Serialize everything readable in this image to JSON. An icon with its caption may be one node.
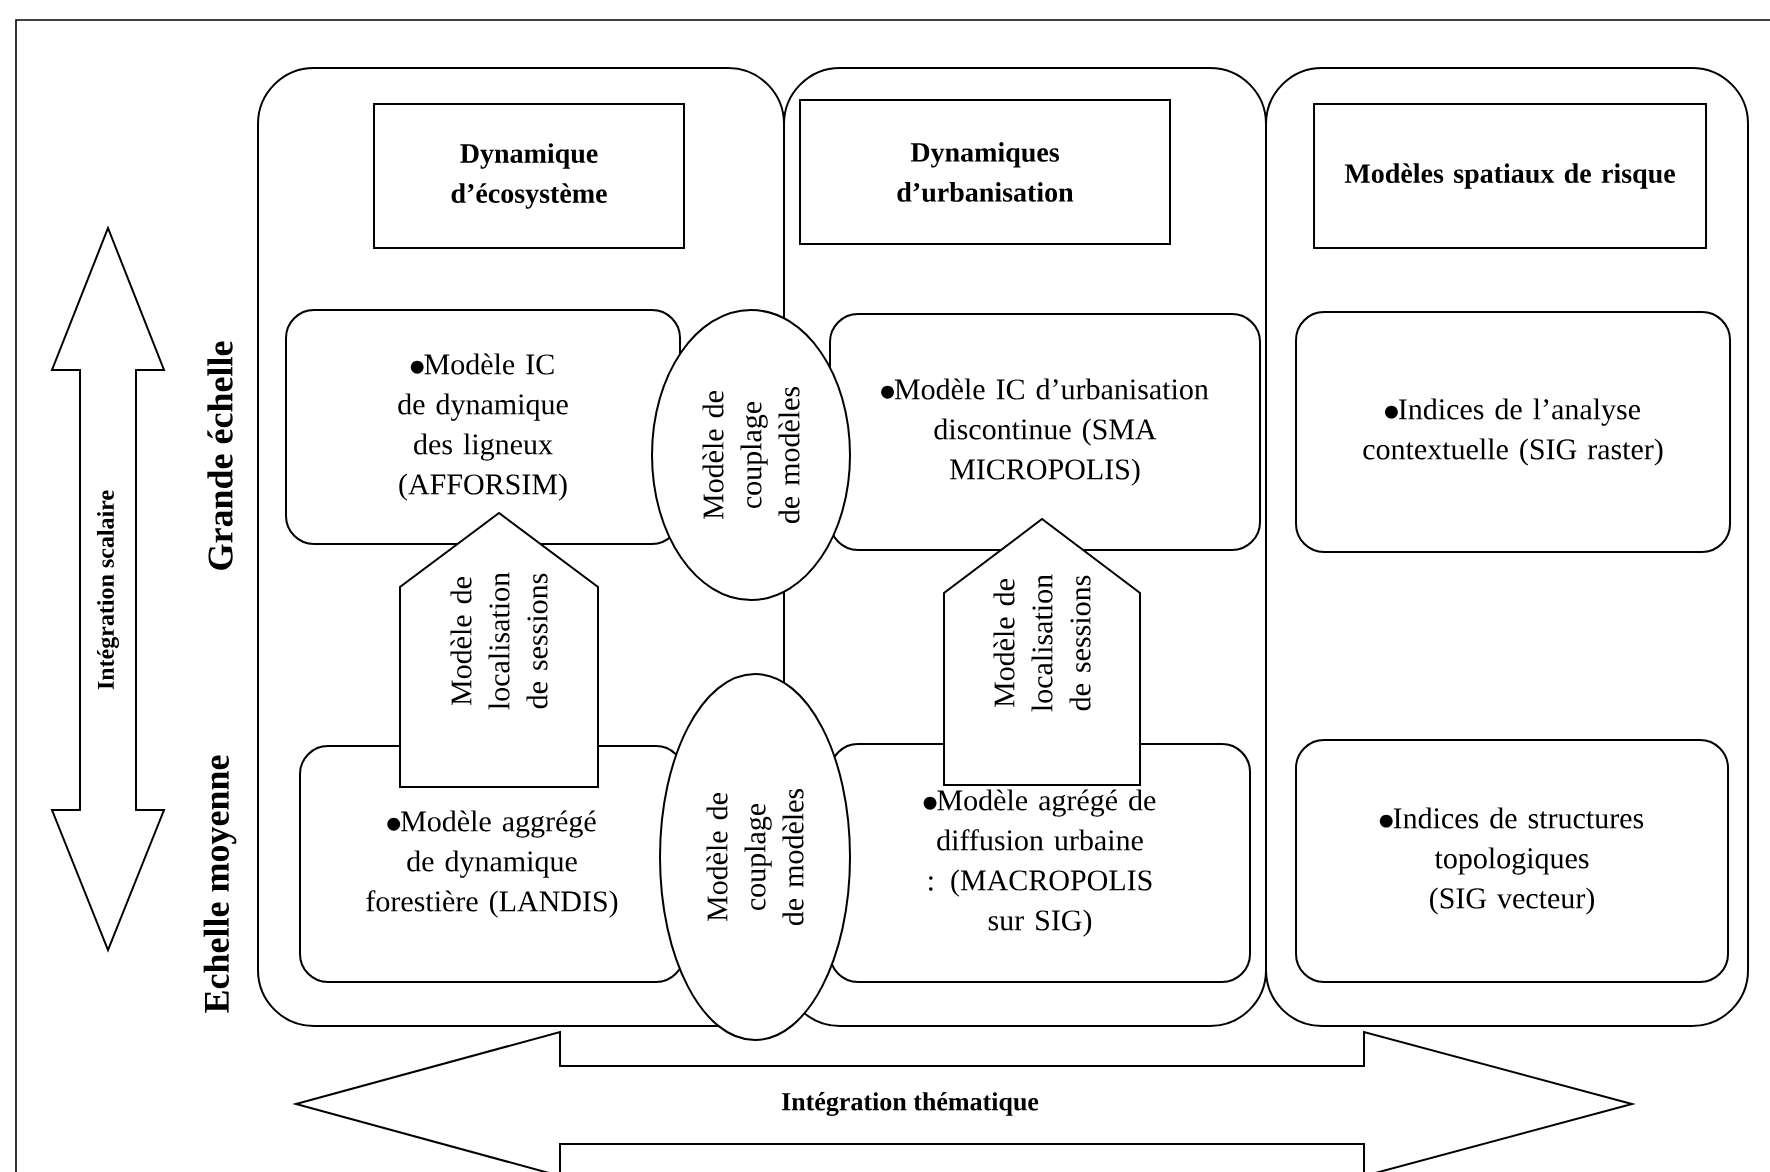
{
  "diagram": {
    "nodes": [
      {
        "text": [],
        "shape": "box"
      },
      {
        "text": [
          "Dynamique d’écosystème"
        ],
        "in": 0
      },
      {
        "text": [
          "Modèle IC de dynamique des ligneux (AFFORSIM)"
        ],
        "in": 0
      },
      {
        "text": [
          "Modèle aggrégé de dynamique forestière (LANDIS)"
        ],
        "in": 0
      },
      {
        "text": [],
        "shape": "box"
      },
      {
        "text": [
          "Dynamiques d’urbanisation"
        ],
        "in": 4
      },
      {
        "text": [
          "Modèle IC d’urbanisation discontinue (SMA MICROPOLIS)"
        ],
        "in": 4
      },
      {
        "text": [
          "Modèle agrégé de diffusion urbaine : (MACROPOLIS sur SIG)"
        ],
        "in": 4
      },
      {
        "text": [],
        "shape": "box"
      },
      {
        "text": [
          "Modèles spatiaux de risque"
        ],
        "in": 8
      },
      {
        "text": [
          "Indices de l’analyse contextuelle (SIG raster)"
        ],
        "in": 8
      },
      {
        "text": [
          "Indices de structures topologiques (SIG vecteur)"
        ],
        "in": 8
      },
      {
        "text": [
          "Modèle de couplage de modèles"
        ]
      },
      {
        "text": [
          "Modèle de couplage de modèles"
        ]
      }
    ],
    "edges": [
      {
        "from": 3,
        "to": 2,
        "arrow": "to",
        "label": "Modèle de localisation de sessions"
      },
      {
        "from": 7,
        "to": 6,
        "arrow": "to",
        "label": "Modèle de localisation de sessions"
      }
    ],
    "labels": [
      "Intégration scalaire",
      "Grande échelle",
      "Echelle moyenne",
      "Intégration thématique"
    ]
  }
}
